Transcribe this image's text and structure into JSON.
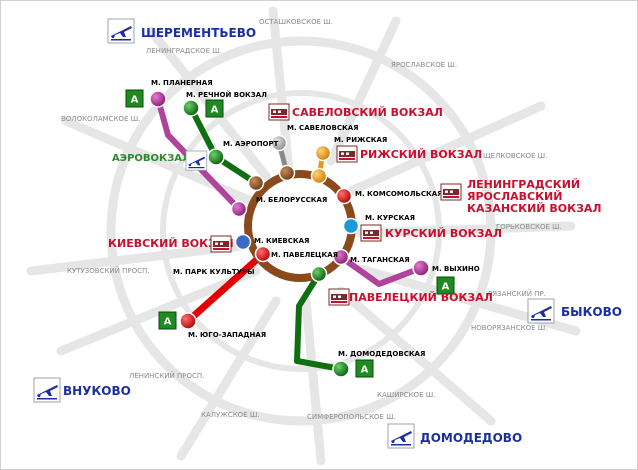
{
  "colors": {
    "ring": "#8a4a1c",
    "aero_line": "#1c7a1c",
    "green_line": "#0f6e0f",
    "purple_line": "#b0439a",
    "red_line": "#e30000",
    "airport_blue": "#1c2fa0",
    "rail_red": "#c8102e",
    "road": "#e6e6e6"
  },
  "airports": {
    "sheremetyevo": "ШЕРЕМЕНТЬЕВО",
    "vnukovo": "ВНУКОВО",
    "bykovo": "БЫКОВО",
    "domodedovo": "ДОМОДЕДОВО"
  },
  "roads": {
    "ostashkovskoe": "ОСТАШКОВСКОЕ Ш.",
    "leningradskoe": "ЛЕНИНГРАДСКОЕ Ш.",
    "yaroslavskoe": "ЯРОСЛАВСКОЕ Ш.",
    "volokolamskoe": "ВОЛОКОЛАМСКОЕ Ш.",
    "shchelkovskoe": "ЩЕЛКОВСКОЕ Ш.",
    "gorkovskoe": "ГОРЬКОВСКОЕ Ш.",
    "kutuzovsky": "КУТУЗОВСКИЙ ПРОСП.",
    "ryazansky": "РЯЗАНСКИЙ ПР.",
    "novoryazanskoe": "НОВОРЯЗАНСКОЕ Ш.",
    "leninsky": "ЛЕНИНСКИЙ ПРОСП.",
    "kashirskoe": "КАШИРСКОЕ Ш.",
    "kaluzhskoe": "КАЛУЖСКОЕ Ш.",
    "simferopolskoe": "СИМФЕРОПОЛЬСКОЕ Ш."
  },
  "metro": {
    "planernaya": "М. ПЛАНЕРНАЯ",
    "rechnoy_vokzal": "М. РЕЧНОЙ ВОКЗАЛ",
    "aeroport": "М. АЭРОПОРТ",
    "savelovskaya": "М. САВЕЛОВСКАЯ",
    "rizhskaya": "М. РИЖСКАЯ",
    "komsomolskaya": "М. КОМСОМОЛЬСКАЯ",
    "belorusskaya": "М. БЕЛОРУССКАЯ",
    "kurskaya": "М. КУРСКАЯ",
    "kievskaya": "М. КИЕВСКАЯ",
    "paveletskaya": "М. ПАВЕЛЕЦКАЯ",
    "taganskaya": "М. ТАГАНСКАЯ",
    "park_kultury": "М. ПАРК КУЛЬТУРЫ",
    "vykhino": "М. ВЫХИНО",
    "yugo_zapadnaya": "М. ЮГО-ЗАПАДНАЯ",
    "domodedovskaya": "М. ДОМОДЕДОВСКАЯ"
  },
  "rail": {
    "savelovsky": "САВЕЛОВСКИЙ ВОКЗАЛ",
    "rizhsky": "РИЖСКИЙ ВОКЗАЛ",
    "three_1": "ЛЕНИНГРАДСКИЙ",
    "three_2": "ЯРОСЛАВСКИЙ",
    "three_3": "КАЗАНСКИЙ ВОКЗАЛ",
    "kursky": "КУРСКИЙ ВОКЗАЛ",
    "kievsky": "КИЕВСКИЙ ВОКЗАЛ",
    "paveletsky": "ПАВЕЛЕЦКИЙ ВОКЗАЛ"
  },
  "aerovokzal": "АЭРОВОКЗАЛ",
  "bus_badge": "A"
}
